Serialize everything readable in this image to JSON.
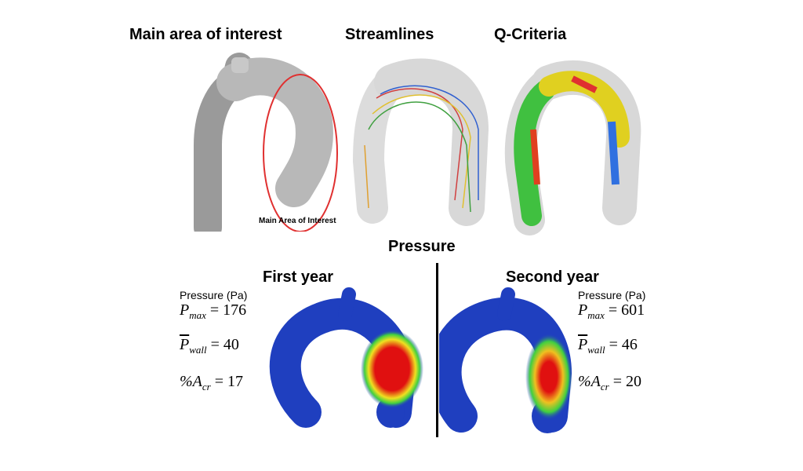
{
  "top_panels": {
    "main_area": {
      "title": "Main area of interest",
      "annotation": "Main Area of Interest"
    },
    "streamlines": {
      "title": "Streamlines"
    },
    "q_criteria": {
      "title": "Q-Criteria"
    }
  },
  "pressure": {
    "title": "Pressure",
    "first_year": {
      "title": "First year",
      "unit_label": "Pressure (Pa)",
      "p_max": {
        "symbol": "P",
        "sub": "max",
        "value": "= 176"
      },
      "p_wall": {
        "symbol": "P",
        "sub": "wall",
        "value": "= 40"
      },
      "a_cr": {
        "symbol": "%A",
        "sub": "cr",
        "value": "= 17"
      }
    },
    "second_year": {
      "title": "Second year",
      "unit_label": "Pressure (Pa)",
      "p_max": {
        "symbol": "P",
        "sub": "max",
        "value": "= 601"
      },
      "p_wall": {
        "symbol": "P",
        "sub": "wall",
        "value": "= 46"
      },
      "a_cr": {
        "symbol": "%A",
        "sub": "cr",
        "value": "= 20"
      }
    }
  },
  "colors": {
    "ellipse": "#e03030",
    "aorta_blue": "#1f3fbf",
    "hot": "#e01010"
  }
}
